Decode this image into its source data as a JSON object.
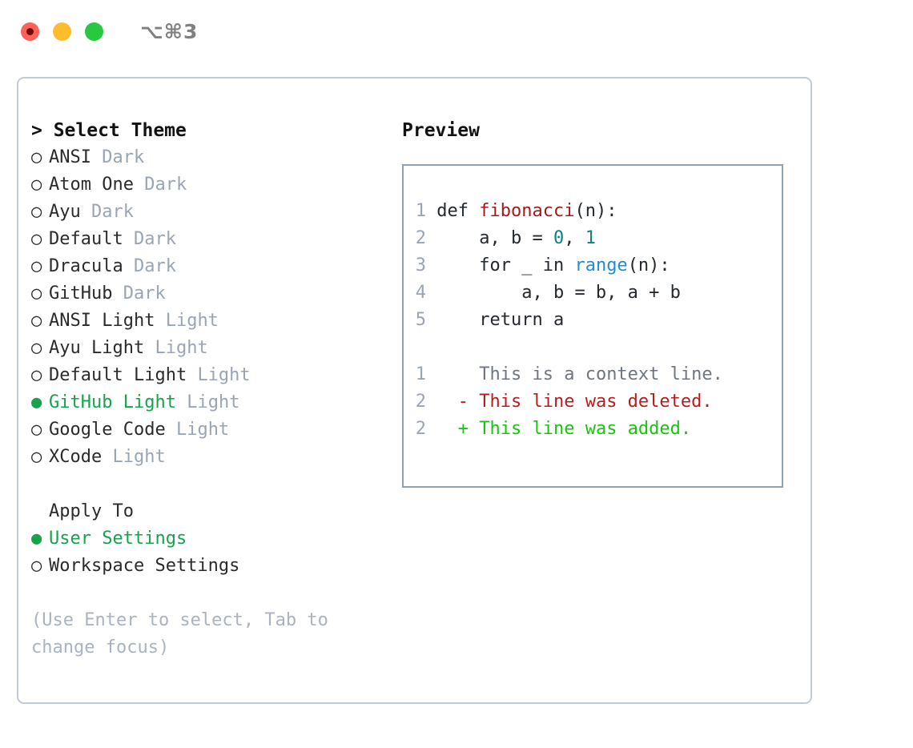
{
  "titlebar": {
    "shortcut": "⌥⌘3",
    "traffic_lights": [
      "close-dot-red",
      "minimize-dot-yellow",
      "maximize-dot-green"
    ],
    "colors": {
      "red": "#ff6058",
      "yellow": "#ffbd2e",
      "green": "#28c840"
    }
  },
  "theme_selector": {
    "heading": "> Select Theme",
    "items": [
      {
        "bullet": "○",
        "name": "ANSI",
        "variant": "Dark",
        "selected": false
      },
      {
        "bullet": "○",
        "name": "Atom One",
        "variant": "Dark",
        "selected": false
      },
      {
        "bullet": "○",
        "name": "Ayu",
        "variant": "Dark",
        "selected": false
      },
      {
        "bullet": "○",
        "name": "Default",
        "variant": "Dark",
        "selected": false
      },
      {
        "bullet": "○",
        "name": "Dracula",
        "variant": "Dark",
        "selected": false
      },
      {
        "bullet": "○",
        "name": "GitHub",
        "variant": "Dark",
        "selected": false
      },
      {
        "bullet": "○",
        "name": "ANSI Light",
        "variant": "Light",
        "selected": false
      },
      {
        "bullet": "○",
        "name": "Ayu Light",
        "variant": "Light",
        "selected": false
      },
      {
        "bullet": "○",
        "name": "Default Light",
        "variant": "Light",
        "selected": false
      },
      {
        "bullet": "●",
        "name": "GitHub Light",
        "variant": "Light",
        "selected": true
      },
      {
        "bullet": "○",
        "name": "Google Code",
        "variant": "Light",
        "selected": false
      },
      {
        "bullet": "○",
        "name": "XCode",
        "variant": "Light",
        "selected": false
      }
    ]
  },
  "apply_to": {
    "heading": "Apply To",
    "items": [
      {
        "bullet": "●",
        "label": "User Settings",
        "selected": true
      },
      {
        "bullet": "○",
        "label": "Workspace Settings",
        "selected": false
      }
    ]
  },
  "hint": "(Use Enter to select, Tab to change focus)",
  "preview": {
    "title": "Preview",
    "code_lines": [
      {
        "num": "1",
        "indent": "",
        "parts": [
          {
            "text": "def ",
            "kind": "plain"
          },
          {
            "text": "fibonacci",
            "kind": "fn"
          },
          {
            "text": "(n):",
            "kind": "plain"
          }
        ]
      },
      {
        "num": "2",
        "indent": "    ",
        "parts": [
          {
            "text": "a, b = ",
            "kind": "plain"
          },
          {
            "text": "0",
            "kind": "num"
          },
          {
            "text": ", ",
            "kind": "plain"
          },
          {
            "text": "1",
            "kind": "num"
          }
        ]
      },
      {
        "num": "3",
        "indent": "    ",
        "parts": [
          {
            "text": "for _ in ",
            "kind": "plain"
          },
          {
            "text": "range",
            "kind": "builtin"
          },
          {
            "text": "(n):",
            "kind": "plain"
          }
        ]
      },
      {
        "num": "4",
        "indent": "        ",
        "parts": [
          {
            "text": "a, b = b, a + b",
            "kind": "plain"
          }
        ]
      },
      {
        "num": "5",
        "indent": "    ",
        "parts": [
          {
            "text": "return a",
            "kind": "plain"
          }
        ]
      }
    ],
    "diff_lines": [
      {
        "num": "1",
        "marker": " ",
        "text": "This is a context line.",
        "kind": "context"
      },
      {
        "num": "2",
        "marker": "-",
        "text": "This line was deleted.",
        "kind": "deleted"
      },
      {
        "num": "2",
        "marker": "+",
        "text": "This line was added.",
        "kind": "added"
      }
    ]
  },
  "colors": {
    "accent_green": "#16a34a",
    "muted": "#9aa5b4",
    "hint": "#aab3c0",
    "panel_border": "#c2cad6",
    "preview_border": "#92a0b3",
    "syntax_function": "#a81919",
    "syntax_number": "#0d8080",
    "syntax_builtin": "#1f8dd6",
    "diff_deleted": "#b91c1c",
    "diff_added": "#16c60c",
    "diff_context": "#6e7781"
  }
}
